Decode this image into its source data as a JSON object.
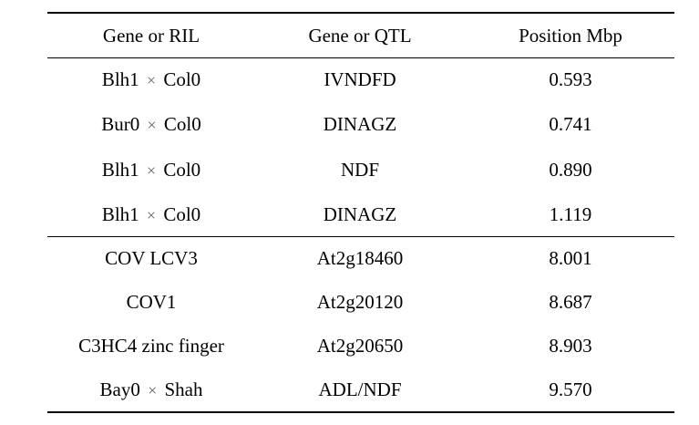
{
  "table": {
    "headers": [
      "Gene or RIL",
      "Gene or QTL",
      "Position Mbp"
    ],
    "group1": [
      {
        "a": "Blh1",
        "b": "Col0",
        "qtl": "IVNDFD",
        "pos": "0.593"
      },
      {
        "a": "Bur0",
        "b": "Col0",
        "qtl": "DINAGZ",
        "pos": "0.741"
      },
      {
        "a": "Blh1",
        "b": "Col0",
        "qtl": "NDF",
        "pos": "0.890"
      },
      {
        "a": "Blh1",
        "b": "Col0",
        "qtl": "DINAGZ",
        "pos": "1.119"
      }
    ],
    "group2": [
      {
        "gene": "COV LCV3",
        "qtl": "At2g18460",
        "pos": "8.001"
      },
      {
        "gene": "COV1",
        "qtl": "At2g20120",
        "pos": "8.687"
      },
      {
        "gene": "C3HC4 zinc finger",
        "qtl": "At2g20650",
        "pos": "8.903"
      },
      {
        "a": "Bay0",
        "b": "Shah",
        "qtl": "ADL/NDF",
        "pos": "9.570"
      }
    ],
    "cross_symbol": "×"
  }
}
